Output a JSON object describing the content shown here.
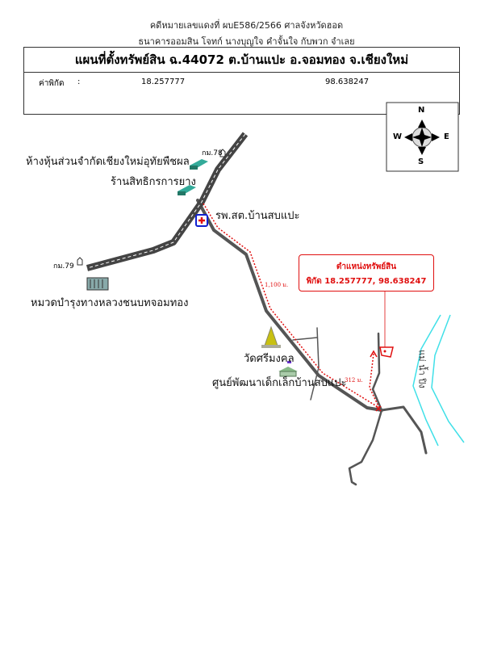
{
  "header": {
    "line1": "คดีหมายเลขแดงที่ ผบE586/2566 ศาลจังหวัดฮอด",
    "line2": "ธนาคารออมสิน โจทก์ นางบุญใจ คำจั้นใจ กับพวก จำเลย"
  },
  "title": "แผนที่ตั้งทรัพย์สิน ฉ.44072 ต.บ้านแปะ อ.จอมทอง จ.เชียงใหม่",
  "coords": {
    "label": "ค่าพิกัด",
    "sep": ":",
    "lat": "18.257777",
    "lon": "98.638247"
  },
  "compass": {
    "n": "N",
    "s": "S",
    "e": "E",
    "w": "W"
  },
  "map": {
    "km78": "กม.78",
    "km79": "กม.79",
    "shop1": "ห้างหุ้นส่วนจำกัดเชียงใหม่อุทัยพืชผล",
    "shop2": "ร้านสิทธิกรการยาง",
    "hospital": "รพ.สต.บ้านสบแปะ",
    "highway_office": "หมวดบำรุงทางหลวงชนบทจอมทอง",
    "temple": "วัดศรีมงคล",
    "childcare": "ศูนย์พัฒนาเด็กเล็กบ้านสบแปะ",
    "dist1": "1,100 ม.",
    "dist2": "312 ม.",
    "river": "แม่ น้ำ ปิง",
    "callout_title": "ตำแหน่งทรัพย์สิน",
    "callout_coords": "พิกัด 18.257777, 98.638247",
    "colors": {
      "route": "#e01010",
      "road": "#555555",
      "river": "#40e0e8",
      "hospital_border": "#1020d0"
    }
  }
}
